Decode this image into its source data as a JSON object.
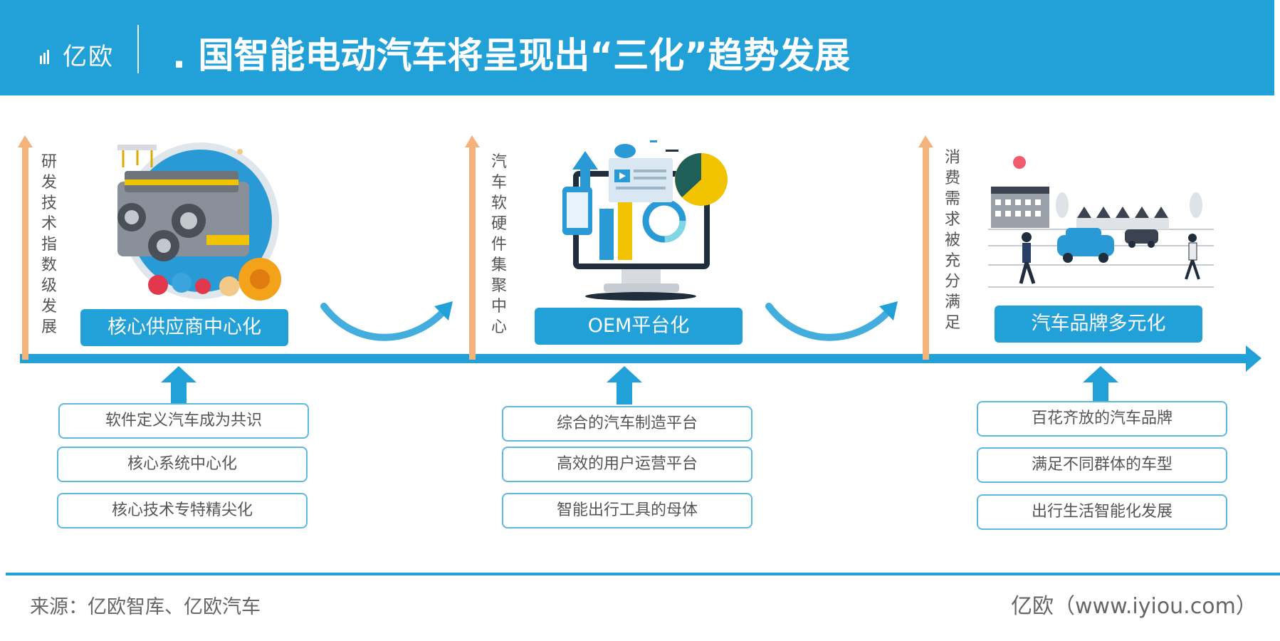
{
  "header": {
    "logo": "亿欧",
    "title": ". 国智能电动汽车将呈现出“三化”趋势发展"
  },
  "stages": [
    {
      "axis_label": "研发技术指数级发展",
      "title": "核心供应商中心化",
      "items": [
        "软件定义汽车成为共识",
        "核心系统中心化",
        "核心技术专特精尖化"
      ]
    },
    {
      "axis_label": "汽车软硬件集聚中心",
      "title": "OEM平台化",
      "items": [
        "综合的汽车制造平台",
        "高效的用户运营平台",
        "智能出行工具的母体"
      ]
    },
    {
      "axis_label": "消费需求被充分满足",
      "title": "汽车品牌多元化",
      "items": [
        "百花齐放的汽车品牌",
        "满足不同群体的车型",
        "出行生活智能化发展"
      ]
    }
  ],
  "footer": {
    "source": "来源：亿欧智库、亿欧汽车",
    "credit": "亿欧（www.iyiou.com）"
  },
  "colors": {
    "primary": "#22a0d8",
    "accent_orange": "#f4b37a",
    "text_gray": "#555555"
  }
}
